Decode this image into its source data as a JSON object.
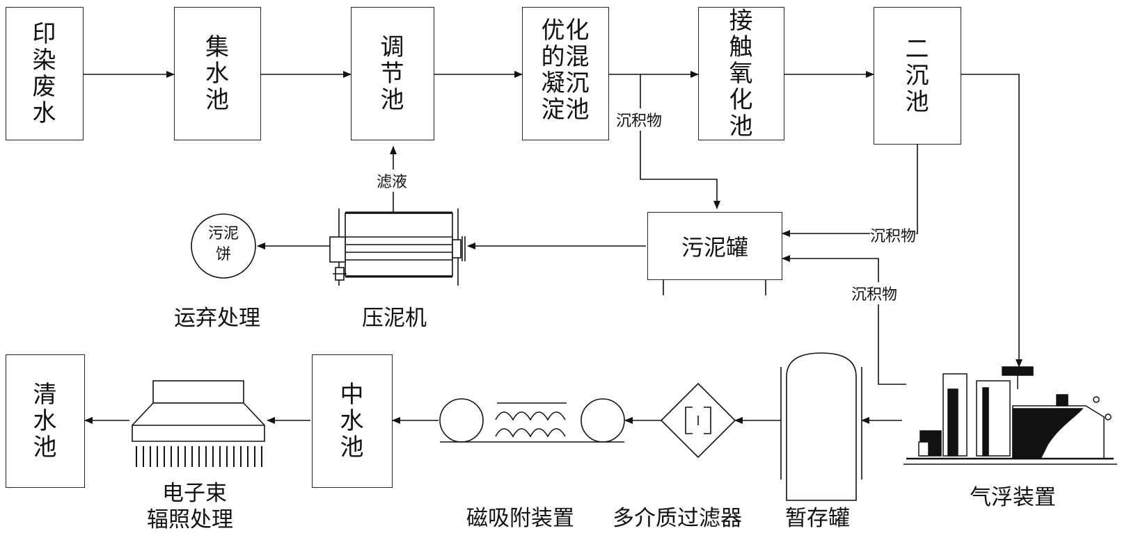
{
  "boxes": {
    "dyeing_wastewater": "印染废水",
    "collection_tank": "集水池",
    "regulating_tank": "调节池",
    "coag_sed_tank": "优化的混凝沉淀池",
    "contact_oxidation_tank": "接触氧化池",
    "secondary_clarifier": "二沉池",
    "sludge_tank": "污泥罐",
    "sludge_cake": "污泥饼",
    "reclaimed_water_tank": "中水池",
    "clear_water_tank": "清水池"
  },
  "flow_labels": {
    "sediment_1": "沉积物",
    "sediment_2": "沉积物",
    "sediment_3": "沉积物",
    "filtrate": "滤液"
  },
  "equipment_labels": {
    "filter_press": "压泥机",
    "disposal": "运弃处理",
    "magnetic_adsorption": "磁吸附装置",
    "multimedia_filter": "多介质过滤器",
    "storage_tank": "暂存罐",
    "air_flotation": "气浮装置",
    "electron_beam_line1": "电子束",
    "electron_beam_line2": "辐照处理"
  }
}
